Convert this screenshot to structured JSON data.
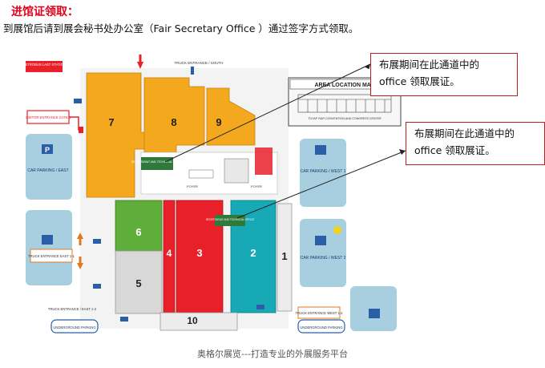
{
  "page": {
    "heading": "进馆证领取：",
    "instruction": "到展馆后请到展会秘书处办公室（Fair Secretary Office ）通过签字方式领取。",
    "footer": "奥格尔展览---打造专业的外展服务平台"
  },
  "callouts": [
    {
      "line1": "布展期间在此通道中的",
      "line2": "office 领取展证。"
    },
    {
      "line1": "布展期间在此通道中的",
      "line2": "office 领取展证。"
    }
  ],
  "map": {
    "halls": {
      "h1": "1",
      "h2": "2",
      "h3": "3",
      "h4": "4",
      "h5": "5",
      "h6": "6",
      "h7": "7",
      "h8": "8",
      "h9": "9",
      "h10": "10"
    },
    "labels": {
      "metrobus": "METROBUS LAST STATION",
      "truck_south": "TRUCK ENTRANCE / SOUTH",
      "visitor_entrance": "VISITOR ENTRANCE GATE 1",
      "truck_east1": "TRUCK ENTRANCE EAST 1-1",
      "truck_east12": "TRUCK ENTRANCE / EAST 1-2",
      "truck_west": "TRUCK ENTRANCE WEST 1-2",
      "car_east": "CAR PARKING / EAST",
      "car_west": "CAR PARKING / WEST 1",
      "car_west2": "CAR PARKING / WEST 2",
      "underground_1": "UNDERGROUND PARKING",
      "underground_2": "UNDERGROUND PARKING",
      "area_title": "AREA LOCATION MAP",
      "area_sub": "TÜYAP FAIR CONVENTION AND CONGRESS CENTER",
      "secretary_office": "SECRETARIAT AND TECHNICAL OFFICE",
      "secretary_office_2": "SECRETARIAT AND TECHNICAL OFFICE",
      "foyer": "FOYER",
      "foyer_2": "FOYER",
      "parking_p": "P"
    },
    "colors": {
      "orange": "#f4a81d",
      "red": "#e8202a",
      "green": "#5fae3c",
      "teal": "#17a9b6",
      "grey": "#d8d8d8",
      "parking": "#a7cfe0",
      "accent": "#e0001b"
    }
  }
}
